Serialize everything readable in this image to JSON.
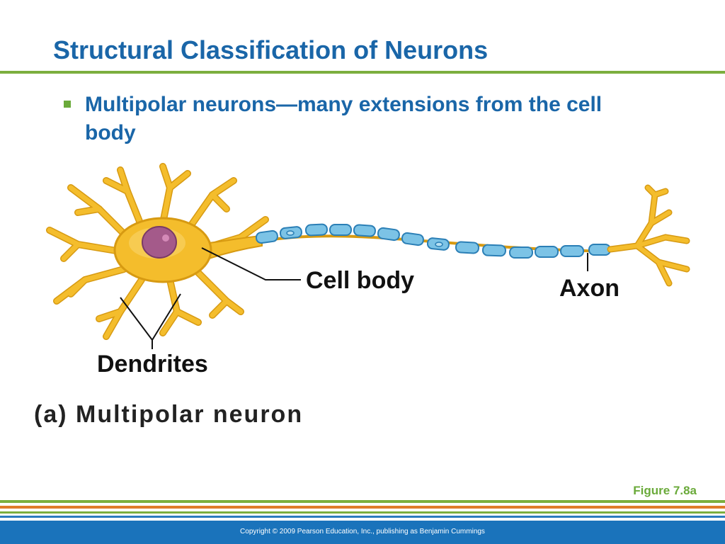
{
  "slide": {
    "title": "Structural Classification of Neurons",
    "bullet": "Multipolar neurons—many extensions from the cell body"
  },
  "diagram": {
    "labels": {
      "cell_body": "Cell body",
      "axon": "Axon",
      "dendrites": "Dendrites"
    },
    "caption": "(a) Multipolar neuron",
    "colors": {
      "cell": "#f4bd2c",
      "cell_outline": "#d79a12",
      "nucleus": "#a45a8a",
      "myelin": "#7cc3e6",
      "myelin_outline": "#2b7fb6"
    }
  },
  "footer": {
    "figure_ref": "Figure 7.8a",
    "copyright": "Copyright © 2009 Pearson Education, Inc., publishing as Benjamin Cummings"
  },
  "theme": {
    "title_color": "#1a66a8",
    "accent_green": "#7cae3e",
    "accent_orange": "#e07b2a",
    "footer_blue": "#1a73bb"
  }
}
